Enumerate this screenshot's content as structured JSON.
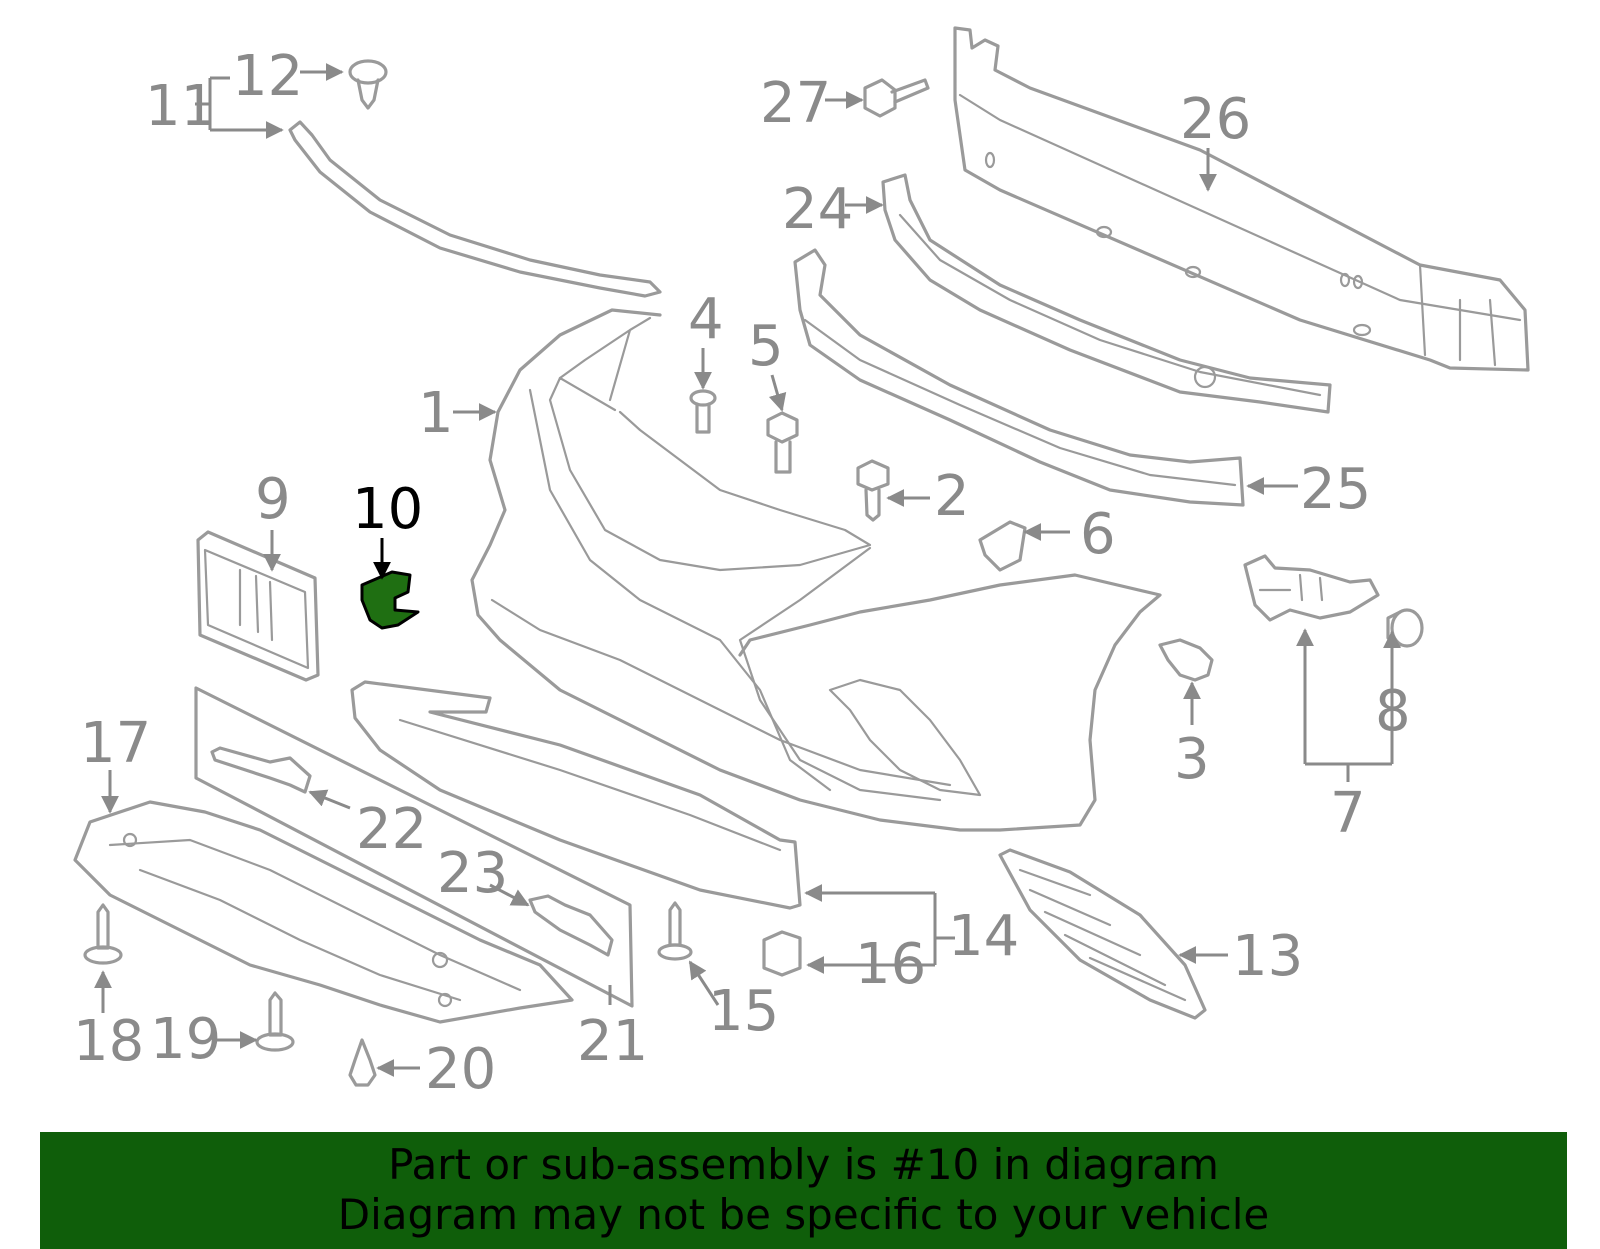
{
  "banner": {
    "line1": "Part or sub-assembly is #10 in diagram",
    "line2": "Diagram may not be specific to your vehicle"
  },
  "highlight": {
    "part": "10",
    "color": "#1f6f12",
    "banner_color": "#0f5e0a"
  },
  "callouts": [
    {
      "id": "1",
      "text": "1"
    },
    {
      "id": "2",
      "text": "2"
    },
    {
      "id": "3",
      "text": "3"
    },
    {
      "id": "4",
      "text": "4"
    },
    {
      "id": "5",
      "text": "5"
    },
    {
      "id": "6",
      "text": "6"
    },
    {
      "id": "7",
      "text": "7"
    },
    {
      "id": "8",
      "text": "8"
    },
    {
      "id": "9",
      "text": "9"
    },
    {
      "id": "10",
      "text": "10"
    },
    {
      "id": "11",
      "text": "11"
    },
    {
      "id": "12",
      "text": "12"
    },
    {
      "id": "13",
      "text": "13"
    },
    {
      "id": "14",
      "text": "14"
    },
    {
      "id": "15",
      "text": "15"
    },
    {
      "id": "16",
      "text": "16"
    },
    {
      "id": "17",
      "text": "17"
    },
    {
      "id": "18",
      "text": "18"
    },
    {
      "id": "19",
      "text": "19"
    },
    {
      "id": "20",
      "text": "20"
    },
    {
      "id": "21",
      "text": "21"
    },
    {
      "id": "22",
      "text": "22"
    },
    {
      "id": "23",
      "text": "23"
    },
    {
      "id": "24",
      "text": "24"
    },
    {
      "id": "25",
      "text": "25"
    },
    {
      "id": "26",
      "text": "26"
    },
    {
      "id": "27",
      "text": "27"
    }
  ]
}
